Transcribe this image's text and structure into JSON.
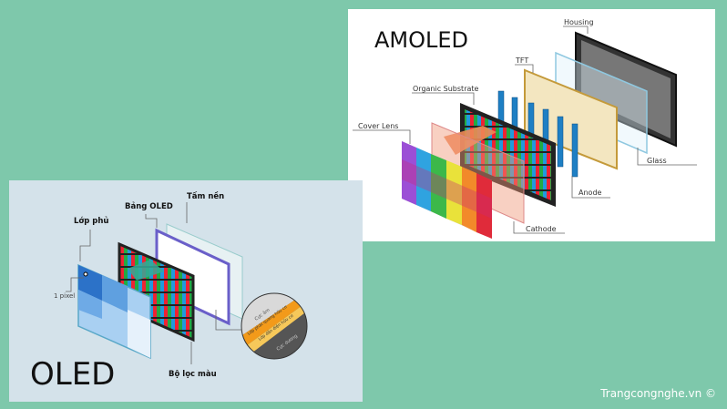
{
  "amoled": {
    "title": "AMOLED",
    "labels": {
      "housing": "Housing",
      "tft": "TFT",
      "organic_substrate": "Organic Substrate",
      "cover_lens": "Cover Lens",
      "glass": "Glass",
      "anode": "Anode",
      "cathode": "Cathode"
    }
  },
  "oled": {
    "title": "OLED",
    "labels": {
      "lop_phu": "Lớp phủ",
      "bang_oled": "Bảng OLED",
      "tam_nen": "Tấm nền",
      "pixel": "1 pixel",
      "bo_loc_mau": "Bộ lọc màu"
    },
    "layers": [
      "Cực âm",
      "Lớp phát quang hữu cơ",
      "Lớp dẫn điện hữu cơ",
      "Cực dương"
    ]
  },
  "watermark": "Trangcongnghe.vn ©"
}
